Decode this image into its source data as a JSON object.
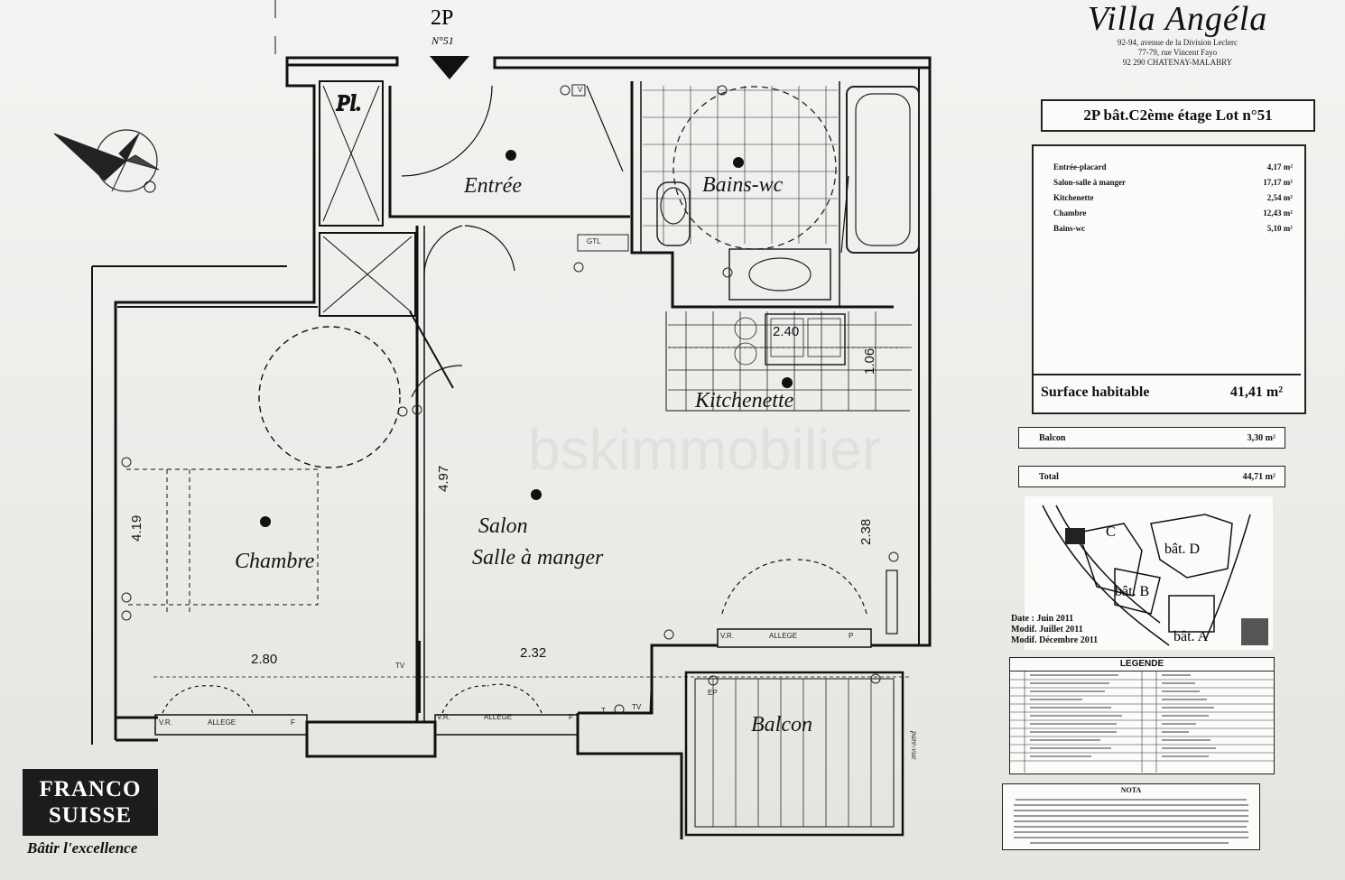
{
  "building": {
    "name": "Villa Angéla",
    "address_lines": [
      "92-94, avenue de la Division Leclerc",
      "77-79, rue Vincent Fayo",
      "92 290 CHATENAY-MALABRY"
    ]
  },
  "lot": {
    "label": "2P bât.C2ème étage Lot n°51"
  },
  "entrance_marker": {
    "label": "2P",
    "number": "N°51"
  },
  "surfaces": {
    "rows": [
      {
        "label": "Entrée-placard",
        "value": "4,17 m²"
      },
      {
        "label": "Salon-salle à manger",
        "value": "17,17 m²"
      },
      {
        "label": "Kitchenette",
        "value": "2,54 m²"
      },
      {
        "label": "Chambre",
        "value": "12,43 m²"
      },
      {
        "label": "Bains-wc",
        "value": "5,10 m²"
      }
    ],
    "habitable_label": "Surface habitable",
    "habitable_value": "41,41 m²"
  },
  "balcony_area": {
    "label": "Balcon",
    "value": "3,30 m²"
  },
  "total_area": {
    "label": "Total",
    "value": "44,71 m²"
  },
  "site_plan": {
    "labels": [
      "bât. D",
      "bât. B",
      "bât. A"
    ],
    "partial_label": "C"
  },
  "dates": [
    "Date : Juin 2011",
    "Modif. Juillet 2011",
    "Modif. Décembre 2011"
  ],
  "legend": {
    "title": "LEGENDE"
  },
  "notes": {
    "title": "NOTA"
  },
  "rooms": {
    "placard": "Pl.",
    "entree": "Entrée",
    "bains": "Bains-wc",
    "kitchenette": "Kitchenette",
    "chambre": "Chambre",
    "salon_line1": "Salon",
    "salon_line2": "Salle à manger",
    "balcon": "Balcon"
  },
  "dimensions": {
    "kitchen_width": "2.40",
    "kitchen_depth": "1.06",
    "chambre_height": "4.19",
    "salon_height": "4.97",
    "salon_right": "2.38",
    "chambre_width": "2.80",
    "salon_width": "2.32"
  },
  "fixture_labels": {
    "vr": "V.R.",
    "allege": "ALLEGE",
    "f": "F",
    "p": "P",
    "tv": "TV",
    "t": "T",
    "ep": "EP",
    "gtl": "GTL",
    "v": "V",
    "pare_vue": "pare-vue"
  },
  "watermark": "bskimmobilier",
  "company": {
    "line1": "FRANCO",
    "line2": "SUISSE",
    "tagline": "Bâtir l'excellence"
  }
}
